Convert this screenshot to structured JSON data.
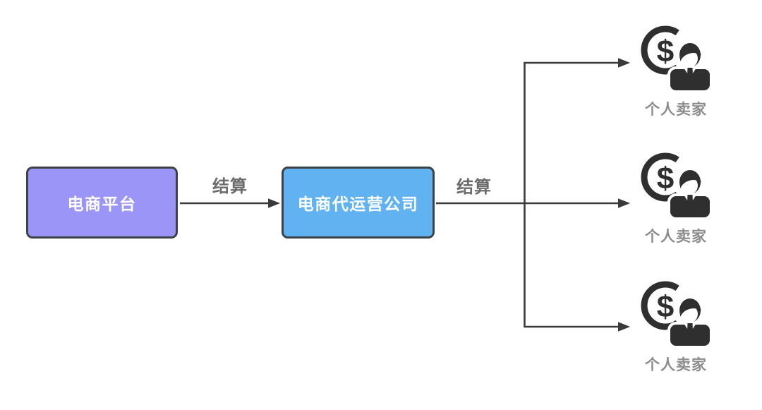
{
  "diagram": {
    "nodes": {
      "platform": {
        "label": "电商平台",
        "fill": "#9a95f6",
        "text_color": "#ffffff"
      },
      "agency": {
        "label": "电商代运营公司",
        "fill": "#61b2f0",
        "text_color": "#ffffff"
      }
    },
    "edges": {
      "platform_to_agency": {
        "label": "结算"
      },
      "agency_to_sellers": {
        "label": "结算"
      }
    },
    "sellers": [
      {
        "label": "个人卖家",
        "icon": "businessman-dollar-coin-icon"
      },
      {
        "label": "个人卖家",
        "icon": "businessman-dollar-coin-icon"
      },
      {
        "label": "个人卖家",
        "icon": "businessman-dollar-coin-icon"
      }
    ],
    "icon_dollar_sign": "$",
    "colors": {
      "background": "#ffffff",
      "node_border": "#3d4249",
      "connector": "#3a3a3a",
      "edge_label_text": "#6b6b6b",
      "seller_label_text": "#8c8c8c",
      "icon": "#2f2f2f"
    }
  }
}
